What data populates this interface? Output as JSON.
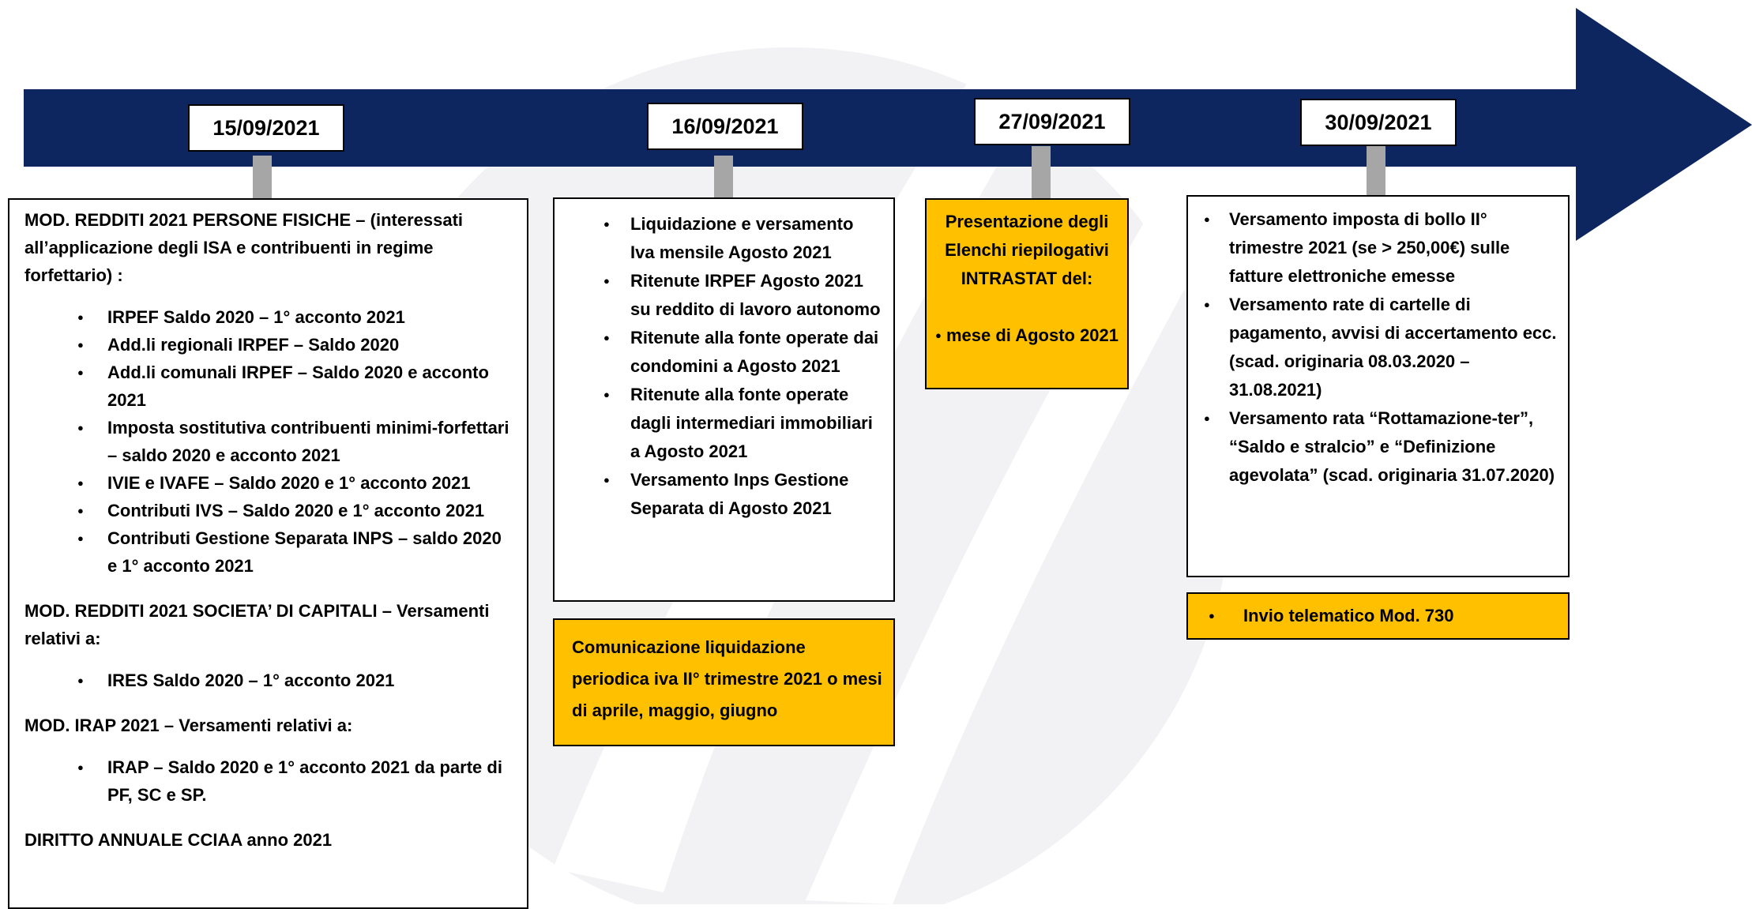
{
  "colors": {
    "arrow": "#0e2660",
    "connector": "#a6a6a6",
    "highlight": "#ffc000",
    "watermark": "#f2f2f5"
  },
  "dates": [
    "15/09/2021",
    "16/09/2021",
    "27/09/2021",
    "30/09/2021"
  ],
  "col1": {
    "sections": [
      {
        "heading": "MOD. REDDITI 2021 PERSONE FISICHE – (interessati all’applicazione degli ISA e contribuenti in regime forfettario) :",
        "items": [
          "IRPEF Saldo 2020 – 1° acconto 2021",
          "Add.li regionali IRPEF – Saldo 2020",
          "Add.li comunali IRPEF – Saldo 2020 e acconto 2021",
          "Imposta sostitutiva contribuenti minimi-forfettari – saldo 2020 e acconto 2021",
          "IVIE e IVAFE – Saldo 2020 e 1° acconto 2021",
          "Contributi IVS – Saldo 2020 e 1° acconto 2021",
          "Contributi Gestione Separata INPS – saldo 2020 e 1° acconto 2021"
        ]
      },
      {
        "heading": "MOD. REDDITI 2021 SOCIETA’ DI CAPITALI – Versamenti relativi a:",
        "items": [
          "IRES Saldo 2020 – 1° acconto 2021"
        ]
      },
      {
        "heading": "MOD. IRAP 2021 – Versamenti relativi a:",
        "items": [
          "IRAP – Saldo 2020 e 1° acconto 2021 da parte di PF, SC e SP."
        ]
      },
      {
        "heading": "DIRITTO ANNUALE CCIAA anno 2021",
        "items": []
      }
    ]
  },
  "col2": {
    "items": [
      "Liquidazione e versamento Iva mensile Agosto 2021",
      "Ritenute IRPEF Agosto 2021 su reddito di lavoro autonomo",
      "Ritenute alla fonte operate dai condomini a Agosto 2021",
      "Ritenute alla fonte operate dagli intermediari immobiliari a Agosto 2021",
      "Versamento Inps Gestione Separata di Agosto 2021"
    ],
    "note": "Comunicazione liquidazione periodica iva II° trimestre 2021 o mesi di aprile, maggio, giugno"
  },
  "col3": {
    "text": "Presentazione degli Elenchi riepilogativi INTRASTAT del:",
    "item": "mese di Agosto 2021"
  },
  "col4": {
    "items": [
      "Versamento imposta di bollo II° trimestre 2021 (se > 250,00€) sulle fatture elettroniche emesse",
      "Versamento rate di cartelle di pagamento, avvisi di accertamento ecc. (scad. originaria 08.03.2020 – 31.08.2021)",
      "Versamento rata “Rottamazione-ter”, “Saldo e stralcio” e “Definizione agevolata” (scad. originaria 31.07.2020)"
    ],
    "note": "Invio telematico Mod. 730"
  }
}
